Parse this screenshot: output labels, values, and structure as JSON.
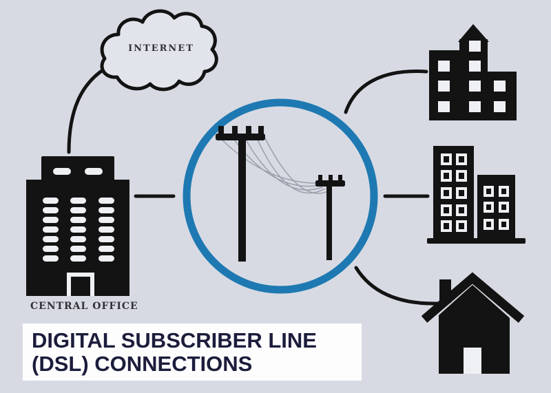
{
  "diagram": {
    "internet_label": "INTERNET",
    "central_office_label": "CENTRAL OFFICE",
    "title": {
      "line1": "DIGITAL SUBSCRIBER LINE",
      "line2": "(DSL) CONNECTIONS"
    }
  },
  "colors": {
    "background": "#d8dae3",
    "ink": "#131313",
    "accent-blue": "#1e79b2",
    "wire-gray": "#9aa0ab",
    "title-navy": "#1c1c3c",
    "panel-white": "#fdfdfe",
    "window-light": "#eef0f4",
    "cloud-fill": "#e2e4eb",
    "label-dark": "#313137"
  }
}
